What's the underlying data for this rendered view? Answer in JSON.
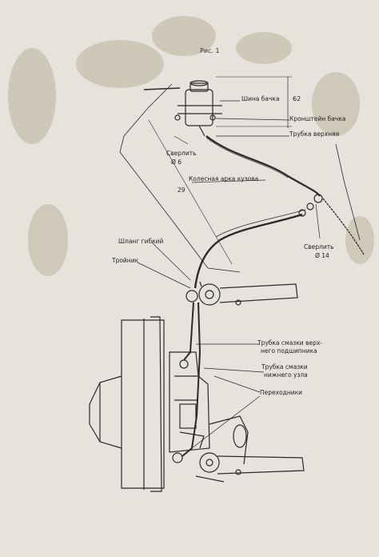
{
  "figure": {
    "title": "Рис. 1"
  },
  "labels": {
    "tank_bus": "Шина бачка",
    "dim_62": "62",
    "bracket": "Кронштейн бачка",
    "pipe_upper": "Трубка верхняя",
    "drill_6": "Сверлить",
    "drill_6_dia": "Ø 6",
    "wheel_arch": "Колесная арка кузова",
    "dim_29": "29",
    "flex_hose": "Шланг гибкий",
    "tee": "Тройник",
    "drill_14": "Сверлить",
    "drill_14_dia": "Ø 14",
    "upper_bearing_1": "Трубка смазки верх-",
    "upper_bearing_2": "него подшипника",
    "lower_node_1": "Трубка смазки",
    "lower_node_2": "нижнего узла",
    "adapters": "Переходники"
  },
  "colors": {
    "ink": "#2a2a2a",
    "paper": "#e6e3dc",
    "stain": "#8a7a55"
  }
}
